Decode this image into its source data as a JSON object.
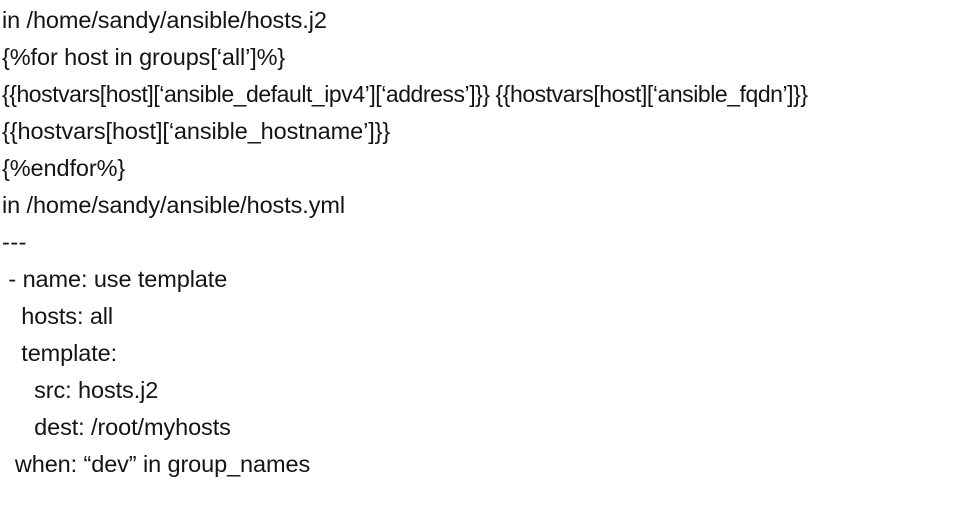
{
  "document": {
    "background_color": "#ffffff",
    "text_color": "#141414",
    "sections": [
      {
        "heading": "in /home/sandy/ansible/hosts.j2",
        "lines": [
          "{%for host in groups[‘all’]%}",
          "{{hostvars[host][‘ansible_default_ipv4’][‘address’]}} {{hostvars[host][‘ansible_fqdn’]}}",
          "{{hostvars[host][‘ansible_hostname’]}}",
          "{%endfor%}"
        ]
      },
      {
        "heading": "in /home/sandy/ansible/hosts.yml",
        "lines": [
          "---",
          " - name: use template",
          "   hosts: all",
          "   template:",
          "     src: hosts.j2",
          "     dest: /root/myhosts",
          "  when: “dev” in group_names"
        ]
      }
    ],
    "all_lines": [
      "in /home/sandy/ansible/hosts.j2",
      "",
      "{%for host in groups[‘all’]%}",
      "{{hostvars[host][‘ansible_default_ipv4’][‘address’]}} {{hostvars[host][‘ansible_fqdn’]}}",
      "{{hostvars[host][‘ansible_hostname’]}}",
      "{%endfor%}",
      "",
      "in /home/sandy/ansible/hosts.yml",
      "---",
      " - name: use template",
      "   hosts: all",
      "   template:",
      "     src: hosts.j2",
      "     dest: /root/myhosts",
      "  when: “dev” in group_names"
    ]
  }
}
